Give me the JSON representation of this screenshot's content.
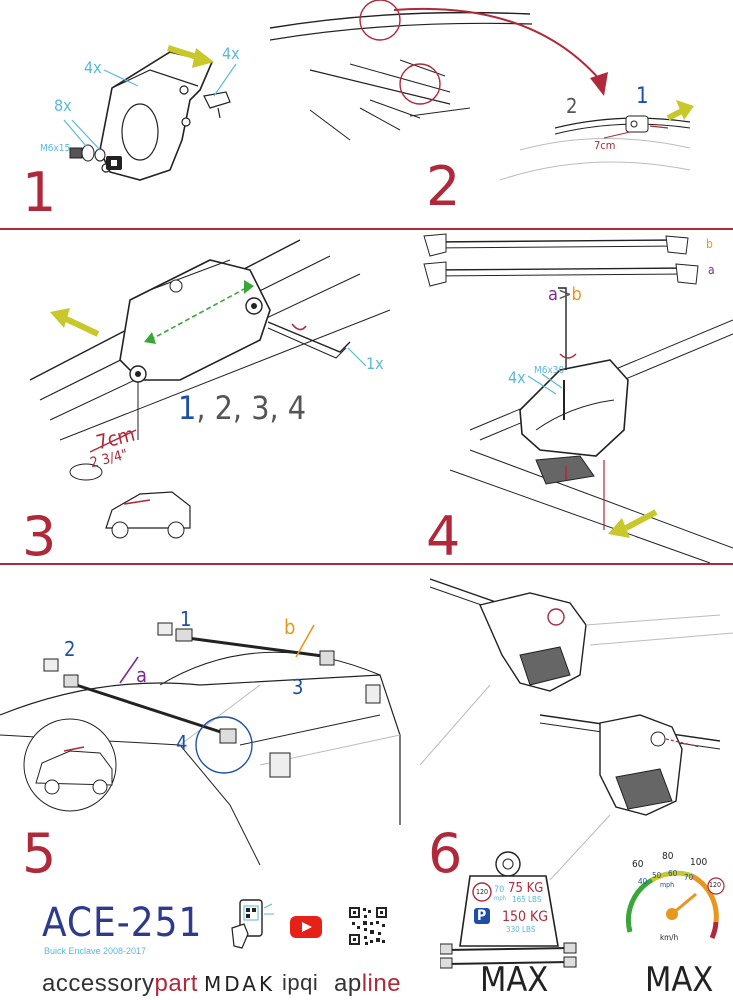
{
  "steps": [
    "1",
    "2",
    "3",
    "4",
    "5",
    "6"
  ],
  "step1": {
    "qty_bracket": "4x",
    "qty_clip": "4x",
    "qty_bolt": "8x",
    "bolt_size": "M6x15"
  },
  "step2": {
    "label_2": "2",
    "label_1": "1",
    "distance": "7cm"
  },
  "step3": {
    "distance_cm": "7cm",
    "distance_in": "2 3/4\"",
    "sequence_1": "1",
    "sequence_rest": ", 2, 3, 4",
    "tool_qty": "1x"
  },
  "step4": {
    "bar_b": "b",
    "bar_a": "a",
    "compare_a": "a",
    "compare_gt": ">",
    "compare_b": "b",
    "qty": "4x",
    "bolt_size": "M6x30"
  },
  "step5": {
    "pos1": "1",
    "pos2": "2",
    "pos3": "3",
    "pos4": "4",
    "bar_a": "a",
    "bar_b": "b"
  },
  "weight": {
    "speed_limit": "120",
    "speed_unit": "mph",
    "speed_mph": "70",
    "load_driving_kg": "75 KG",
    "load_driving_lbs": "165 LBS",
    "parking_icon": "P",
    "load_parking_kg": "150 KG",
    "load_parking_lbs": "330 LBS"
  },
  "speedometer": {
    "ticks": [
      "60",
      "80",
      "100"
    ],
    "inner_ticks": [
      "40",
      "50",
      "60",
      "70"
    ],
    "unit_mph": "mph",
    "max_speed": "120",
    "unit_kmh": "km/h"
  },
  "footer": {
    "model": "ACE-251",
    "vehicle": "Buick Enclave 2008-2017",
    "brand_accessory": "accessory",
    "brand_part": "part",
    "brand_mdak": "MDAK",
    "brand_ipqi": "ipqi",
    "brand_ap": "ap",
    "brand_line": "line",
    "max_1": "MAX",
    "max_2": "MAX",
    "youtube_icon": "youtube-icon",
    "qr_icon": "qr-code-icon",
    "phone_icon": "phone-scan-icon"
  },
  "colors": {
    "step_red": "#b0293a",
    "cyan": "#5ab9d8",
    "blue": "#1e4fa8",
    "yellow": "#c8c82a",
    "orange": "#e8961e",
    "purple": "#7a2a9a",
    "green": "#3aa63a"
  }
}
